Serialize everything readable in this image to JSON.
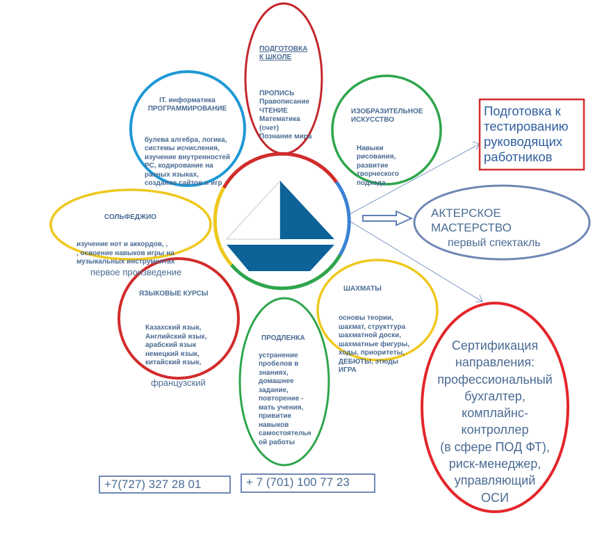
{
  "petals": {
    "school": {
      "title": "ПОДГОТОВКА\nК ШКОЛЕ",
      "items": "ПРОПИСЬ\nПравописание\nЧТЕНИЕ\nМатематика\n(счет)\nПознание мира"
    },
    "it": {
      "title": "IT.  информатика\nПРОГРАММИРОВАНИЕ",
      "items": "булева алгебра, логика,\nсистемы исчисления,\nизучение внутренностей\nPC, кодирование на\nразных языках,\nсоздание сайтов и игр"
    },
    "art": {
      "title": "ИЗОБРАЗИТЕЛЬНОЕ\nИСКУССТВО",
      "items": "Навыки\nрисования,\nразвитие\nтворческого\n   подхода"
    },
    "solfeggio": {
      "title": "СОЛЬФЕДЖИО",
      "items": "изучение нот и  аккордов, ,\n, освоение навыков игры на\nмузыкальных инструментах",
      "extra": "первое произведение"
    },
    "languages": {
      "title": "ЯЗЫКОВЫЕ КУРСЫ",
      "items": "Казахский язык,\nАнглийский язык,\nарабский язык\nнемецкий язык,\nкитайский язык,",
      "extra": "французский"
    },
    "chess": {
      "title": "ШАХМАТЫ",
      "items": "основы теории,\nшахмат, структтура\nшахматной доски,\nшахматные фигуры,\nходы, приоритеты,\nДЕБЮТЫ, этюды\n          ИГРА"
    },
    "extended": {
      "title": "ПРОДЛЕНКА",
      "items": "устранение\nпробелов в\nзнаниях,\nдомашнее\nзадание,\nповторение -\nмать учения,\nпривитие\nнавыков\nсамостоятельн\nой работы"
    }
  },
  "right": {
    "testing": "Подготовка к\nтестированию\nруководящих\nработников",
    "acting_title": "АКТЕРСКОЕ\nМАСТЕРСТВО",
    "acting_sub": "первый спектакль",
    "certification": "Сертификация\nнаправления:\nпрофессиональный\nбухгалтер,\nкомплайнс-\nконтроллер\n(в сфере ПОД ФТ),\nриск-менеджер,\nуправляющий\nОСИ"
  },
  "phones": [
    "+7(727) 327 28 01",
    "+ 7 (701) 100 77 23"
  ],
  "colors": {
    "red": "#d22b2b",
    "blue": "#1e98d6",
    "green": "#2ea54c",
    "yellow": "#efc81e",
    "boat": "#0d6297",
    "text": "#4a6b93",
    "arrow": "#5e7fb5"
  }
}
